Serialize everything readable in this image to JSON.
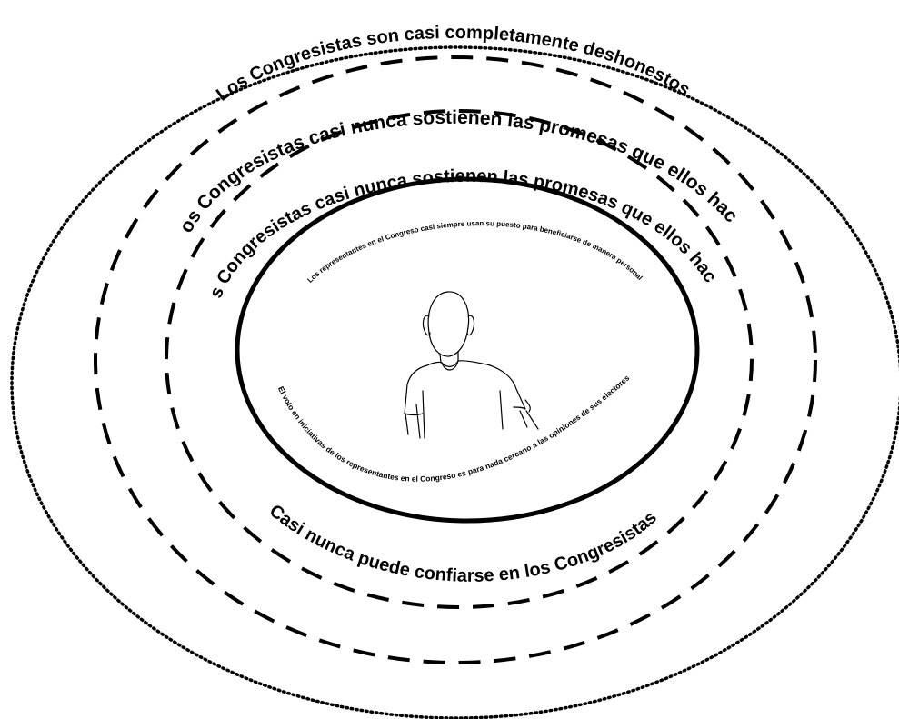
{
  "colors": {
    "line": "#000000",
    "background": "#ffffff"
  },
  "rings": [
    {
      "id": "outer",
      "style": "dotted",
      "label": "Los Congresistas son casi completamente deshonestos"
    },
    {
      "id": "second",
      "style": "dashed",
      "label": "Los Congresistas casi nunca sostienen las promesas que ellos hacen"
    },
    {
      "id": "third",
      "style": "dashed",
      "label": "Los Congresistas casi nunca sostienen las promesas que ellos hacen",
      "bottom_label": "Casi nunca puede confiarse en los Congresistas"
    },
    {
      "id": "inner",
      "style": "solid",
      "label": "Los representantes en el Congreso casi siempre usan su puesto para beneficiarse de manera personal",
      "bottom_label": "El voto en iniciativas de los representantes en el Congreso  es para nada cercano a las opiniones de sus electores"
    }
  ],
  "center_icon": "person-silhouette-icon"
}
